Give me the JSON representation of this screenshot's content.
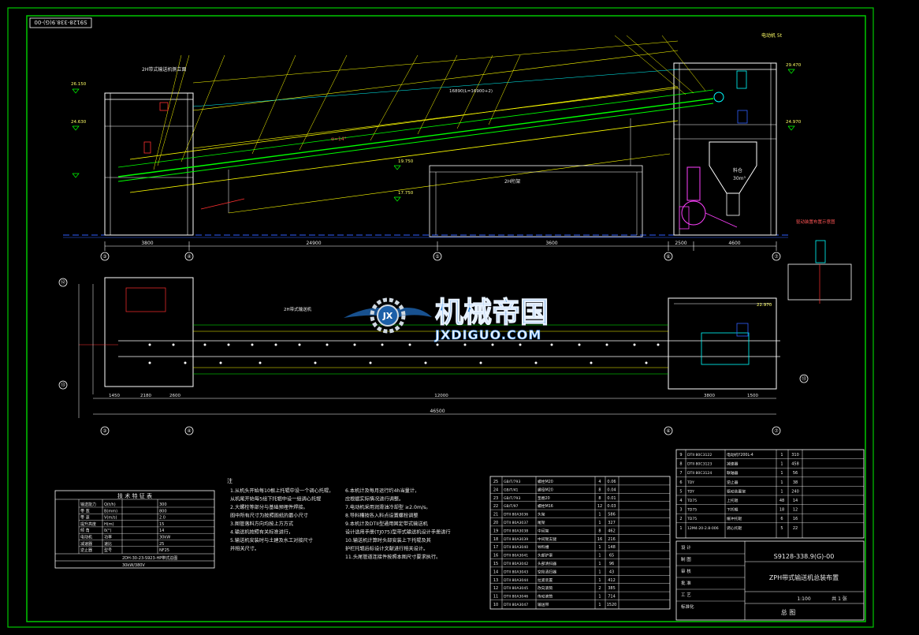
{
  "drawing": {
    "corner_code": "S9128-338.9(G)-00",
    "title_code": "S9128-338.9(G)-00",
    "title_name": "ZPH带式输送机总装布置",
    "title_sub": "总 图",
    "tech_table_title": "技 术 特 征 表",
    "tech_table_footer": "2DH-30-23-S923-HP带式总图",
    "tech_table_footer2": "30kW/380V",
    "watermark_cn": "机械帝国",
    "watermark_en": "JXDIGUO.COM",
    "notes_title": "注",
    "notes": [
      "1.从机头开始每10根上托辊中设一个调心托辊，",
      "  从机尾开始每5组下托辊中设一组调心托辊",
      "2.大螺栓等部分与基础预埋件焊接。",
      "  图中所有尺寸为按照图纸的最小尺寸",
      "3.图管落料方向均按上方方式",
      "4.输送机按照有关标准进行，",
      "5.输送机安装时与土建及水工对接尺寸",
      "  并相关尺寸。",
      "6.本机计及每月运行约4h当量计，",
      "  应根据实际情况进行调整。",
      "7.电动机采用润滑油冷却型 ≥2.0m/s。",
      "8.导料槽按各入料点设置螺栓调整",
      "9.本机计及DTII型通用固定带式输送机",
      "  设计选用手册(TJ075)型带式输送机设计手册进行",
      "10.输送机计算时头部安装上下托辊及其",
      "  护栏托辊后标设计文献进行相关设计。",
      "11.头尾管道连接件按照本图尺寸要求执行。"
    ],
    "section_labels": {
      "side_view": "2H带式输送机侧立面",
      "hopper": "料仓",
      "conveyor_side": "2H带式输送机",
      "truss": "2H桁架",
      "plan_label": "2H带式输送机"
    },
    "dimensions": {
      "top_row": [
        "3800",
        "24900",
        "3600",
        "2500",
        "4600"
      ],
      "bottom_row": [
        "1450",
        "2180",
        "2600",
        "46500",
        "12000",
        "3800",
        "1500"
      ],
      "span": "16890(L=16900+2)",
      "elev_top": "29.470",
      "elev_mid": "24.970",
      "elev_low": "22.970",
      "elev_head": "26.150",
      "elev_tail": "24.630",
      "elev_a": "19.750",
      "elev_b": "17.750",
      "slope": "α=14°"
    },
    "axis_labels": [
      "③",
      "④",
      "⑤",
      "⑥",
      "⑦",
      "⑫",
      "⑬"
    ],
    "tech_rows": [
      {
        "a": "输送能力",
        "b": "Q(t/h)",
        "c": "300"
      },
      {
        "a": "带 宽",
        "b": "B(mm)",
        "c": "800"
      },
      {
        "a": "带 速",
        "b": "V(m/s)",
        "c": "2.0"
      },
      {
        "a": "提升高度",
        "b": "H(m)",
        "c": "15"
      },
      {
        "a": "倾 角",
        "b": "δ(°)",
        "c": "14"
      },
      {
        "a": "电动机",
        "b": "功率",
        "c": "30kW"
      },
      {
        "a": "减速器",
        "b": "速比",
        "c": "25"
      },
      {
        "a": "逆止器",
        "b": "型号",
        "c": "NF25"
      }
    ],
    "parts_left": [
      {
        "n": "25",
        "code": "GB/T/793",
        "name": "螺栓M20",
        "q": "4",
        "w": "0.06"
      },
      {
        "n": "24",
        "code": "GB/T/41",
        "name": "螺母M20",
        "q": "8",
        "w": "0.04"
      },
      {
        "n": "23",
        "code": "GB/T/793",
        "name": "垫圈20",
        "q": "8",
        "w": "0.01"
      },
      {
        "n": "22",
        "code": "GB/T/97",
        "name": "螺栓M16",
        "q": "12",
        "w": "0.03"
      },
      {
        "n": "21",
        "code": "DTII 80A3036",
        "name": "头架",
        "q": "1",
        "w": "586"
      },
      {
        "n": "20",
        "code": "DTII 80A3037",
        "name": "尾架",
        "q": "1",
        "w": "327"
      },
      {
        "n": "19",
        "code": "DTII 80A3038",
        "name": "中间架",
        "q": "8",
        "w": "462"
      },
      {
        "n": "18",
        "code": "DTII 80A3039",
        "name": "中间架支腿",
        "q": "16",
        "w": "216"
      },
      {
        "n": "17",
        "code": "DTII 80A3040",
        "name": "导料槽",
        "q": "1",
        "w": "148"
      },
      {
        "n": "16",
        "code": "DTII 80A3041",
        "name": "头部护罩",
        "q": "1",
        "w": "65"
      },
      {
        "n": "15",
        "code": "DTII 80A3042",
        "name": "头部清扫器",
        "q": "1",
        "w": "96"
      },
      {
        "n": "14",
        "code": "DTII 80A3043",
        "name": "空段清扫器",
        "q": "1",
        "w": "43"
      },
      {
        "n": "13",
        "code": "DTII 80A3044",
        "name": "拉紧装置",
        "q": "1",
        "w": "412"
      },
      {
        "n": "12",
        "code": "DTII 80A3045",
        "name": "改向滚筒",
        "q": "2",
        "w": "385"
      },
      {
        "n": "11",
        "code": "DTII 80A3046",
        "name": "传动滚筒",
        "q": "1",
        "w": "714"
      },
      {
        "n": "10",
        "code": "DTII 80A3047",
        "name": "输送带",
        "q": "1",
        "w": "1520"
      }
    ],
    "parts_right": [
      {
        "n": "9",
        "code": "DTII 80C3122",
        "name": "电动机Y200L-4",
        "q": "1",
        "w": "310"
      },
      {
        "n": "8",
        "code": "DTII 80C3123",
        "name": "减速器",
        "q": "1",
        "w": "458"
      },
      {
        "n": "7",
        "code": "DTII 80C3124",
        "name": "联轴器",
        "q": "1",
        "w": "56"
      },
      {
        "n": "6",
        "code": "TDY",
        "name": "逆止器",
        "q": "1",
        "w": "38"
      },
      {
        "n": "5",
        "code": "TDY",
        "name": "驱动装置架",
        "q": "1",
        "w": "240"
      },
      {
        "n": "4",
        "code": "TD75",
        "name": "上托辊",
        "q": "48",
        "w": "14"
      },
      {
        "n": "3",
        "code": "TD75",
        "name": "下托辊",
        "q": "18",
        "w": "12"
      },
      {
        "n": "2",
        "code": "TD75",
        "name": "缓冲托辊",
        "q": "6",
        "w": "16"
      },
      {
        "n": "1",
        "code": "12M4-20-2.8-006",
        "name": "调心托辊",
        "q": "5",
        "w": "22"
      }
    ],
    "title_block": {
      "rows": [
        "设 计",
        "制 图",
        "审 核",
        "批 准",
        "工 艺",
        "标准化"
      ],
      "scale": "1:100",
      "sheet": "共 1 张"
    },
    "misc": {
      "detail_label": "驱动装置布置示意图",
      "motor_label": "电动机 5t",
      "hopper_vol": "30m³",
      "chute": "导料槽"
    }
  },
  "colors": {
    "frame": "#00c800",
    "yellow": "#ffff00",
    "green": "#00ff00",
    "cyan": "#00ffff",
    "red": "#ff3030",
    "white": "#ffffff",
    "blue": "#3060ff",
    "magenta": "#ff40ff"
  }
}
